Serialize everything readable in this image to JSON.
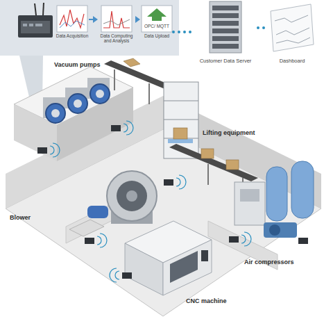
{
  "diagram": {
    "nodes": [
      {
        "text": [
          "Data Acquisition"
        ]
      },
      {
        "text": [
          "Data Computing and Analysis"
        ]
      },
      {
        "text": [
          "OPC/ MQTT",
          "Data Upload"
        ]
      },
      {
        "text": [
          "Customer Data Server"
        ]
      },
      {
        "text": [
          "Dashboard"
        ]
      }
    ],
    "edges": [
      {
        "from": 0,
        "to": 1,
        "arrow": "to"
      },
      {
        "from": 1,
        "to": 2,
        "arrow": "to"
      },
      {
        "from": 2,
        "to": 3,
        "arrow": "none"
      },
      {
        "from": 3,
        "to": 4,
        "arrow": "none"
      }
    ],
    "labels": [
      "Vacuum pumps",
      "Lifting equipment",
      "Blower",
      "Air compressors",
      "CNC machine"
    ]
  }
}
